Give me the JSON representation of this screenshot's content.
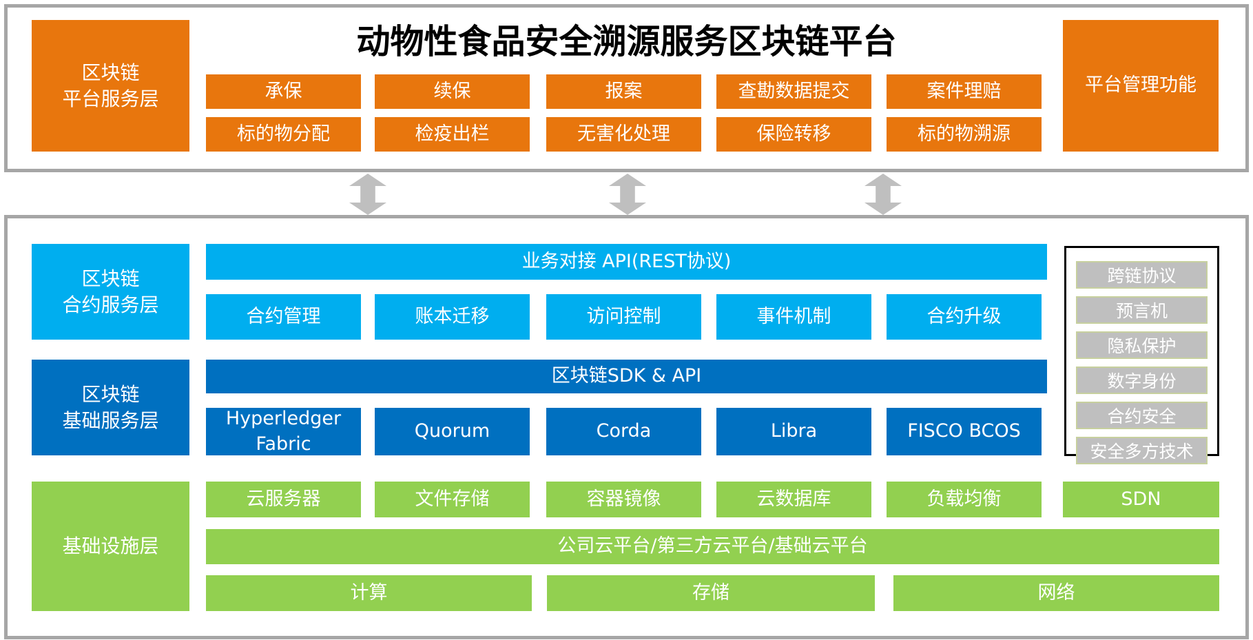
{
  "title": "动物性食品安全溯源服务区块链平台",
  "top_section": {
    "layer_label": {
      "line1": "区块链",
      "line2": "平台服务层"
    },
    "management_label": "平台管理功能",
    "functions_row1": [
      "承保",
      "续保",
      "报案",
      "查勘数据提交",
      "案件理赔"
    ],
    "functions_row2": [
      "标的物分配",
      "检疫出栏",
      "无害化处理",
      "保险转移",
      "标的物溯源"
    ]
  },
  "contract_layer": {
    "layer_label": {
      "line1": "区块链",
      "line2": "合约服务层"
    },
    "api_bar": "业务对接 API(REST协议)",
    "items": [
      "合约管理",
      "账本迁移",
      "访问控制",
      "事件机制",
      "合约升级"
    ]
  },
  "base_layer": {
    "layer_label": {
      "line1": "区块链",
      "line2": "基础服务层"
    },
    "sdk_bar": "区块链SDK & API",
    "items": [
      "Hyperledger Fabric",
      "Quorum",
      "Corda",
      "Libra",
      "FISCO BCOS"
    ]
  },
  "security_panel": {
    "items": [
      "跨链协议",
      "预言机",
      "隐私保护",
      "数字身份",
      "合约安全",
      "安全多方技术"
    ]
  },
  "infrastructure_layer": {
    "layer_label": "基础设施层",
    "cloud_items": [
      "云服务器",
      "文件存储",
      "容器镜像",
      "云数据库",
      "负载均衡",
      "SDN"
    ],
    "platform_bar": "公司云平台/第三方云平台/基础云平台",
    "resource_items": [
      "计算",
      "存储",
      "网络"
    ]
  },
  "colors": {
    "orange": "#E8760D",
    "cyan": "#00AEEF",
    "blue": "#0070C0",
    "green": "#92D050",
    "gray_button": "#BFBFBF",
    "gray_button_border": "#C7D09E",
    "container_border": "#A6A6A6",
    "panel_border": "#000000",
    "arrow": "#BFBFBF"
  }
}
